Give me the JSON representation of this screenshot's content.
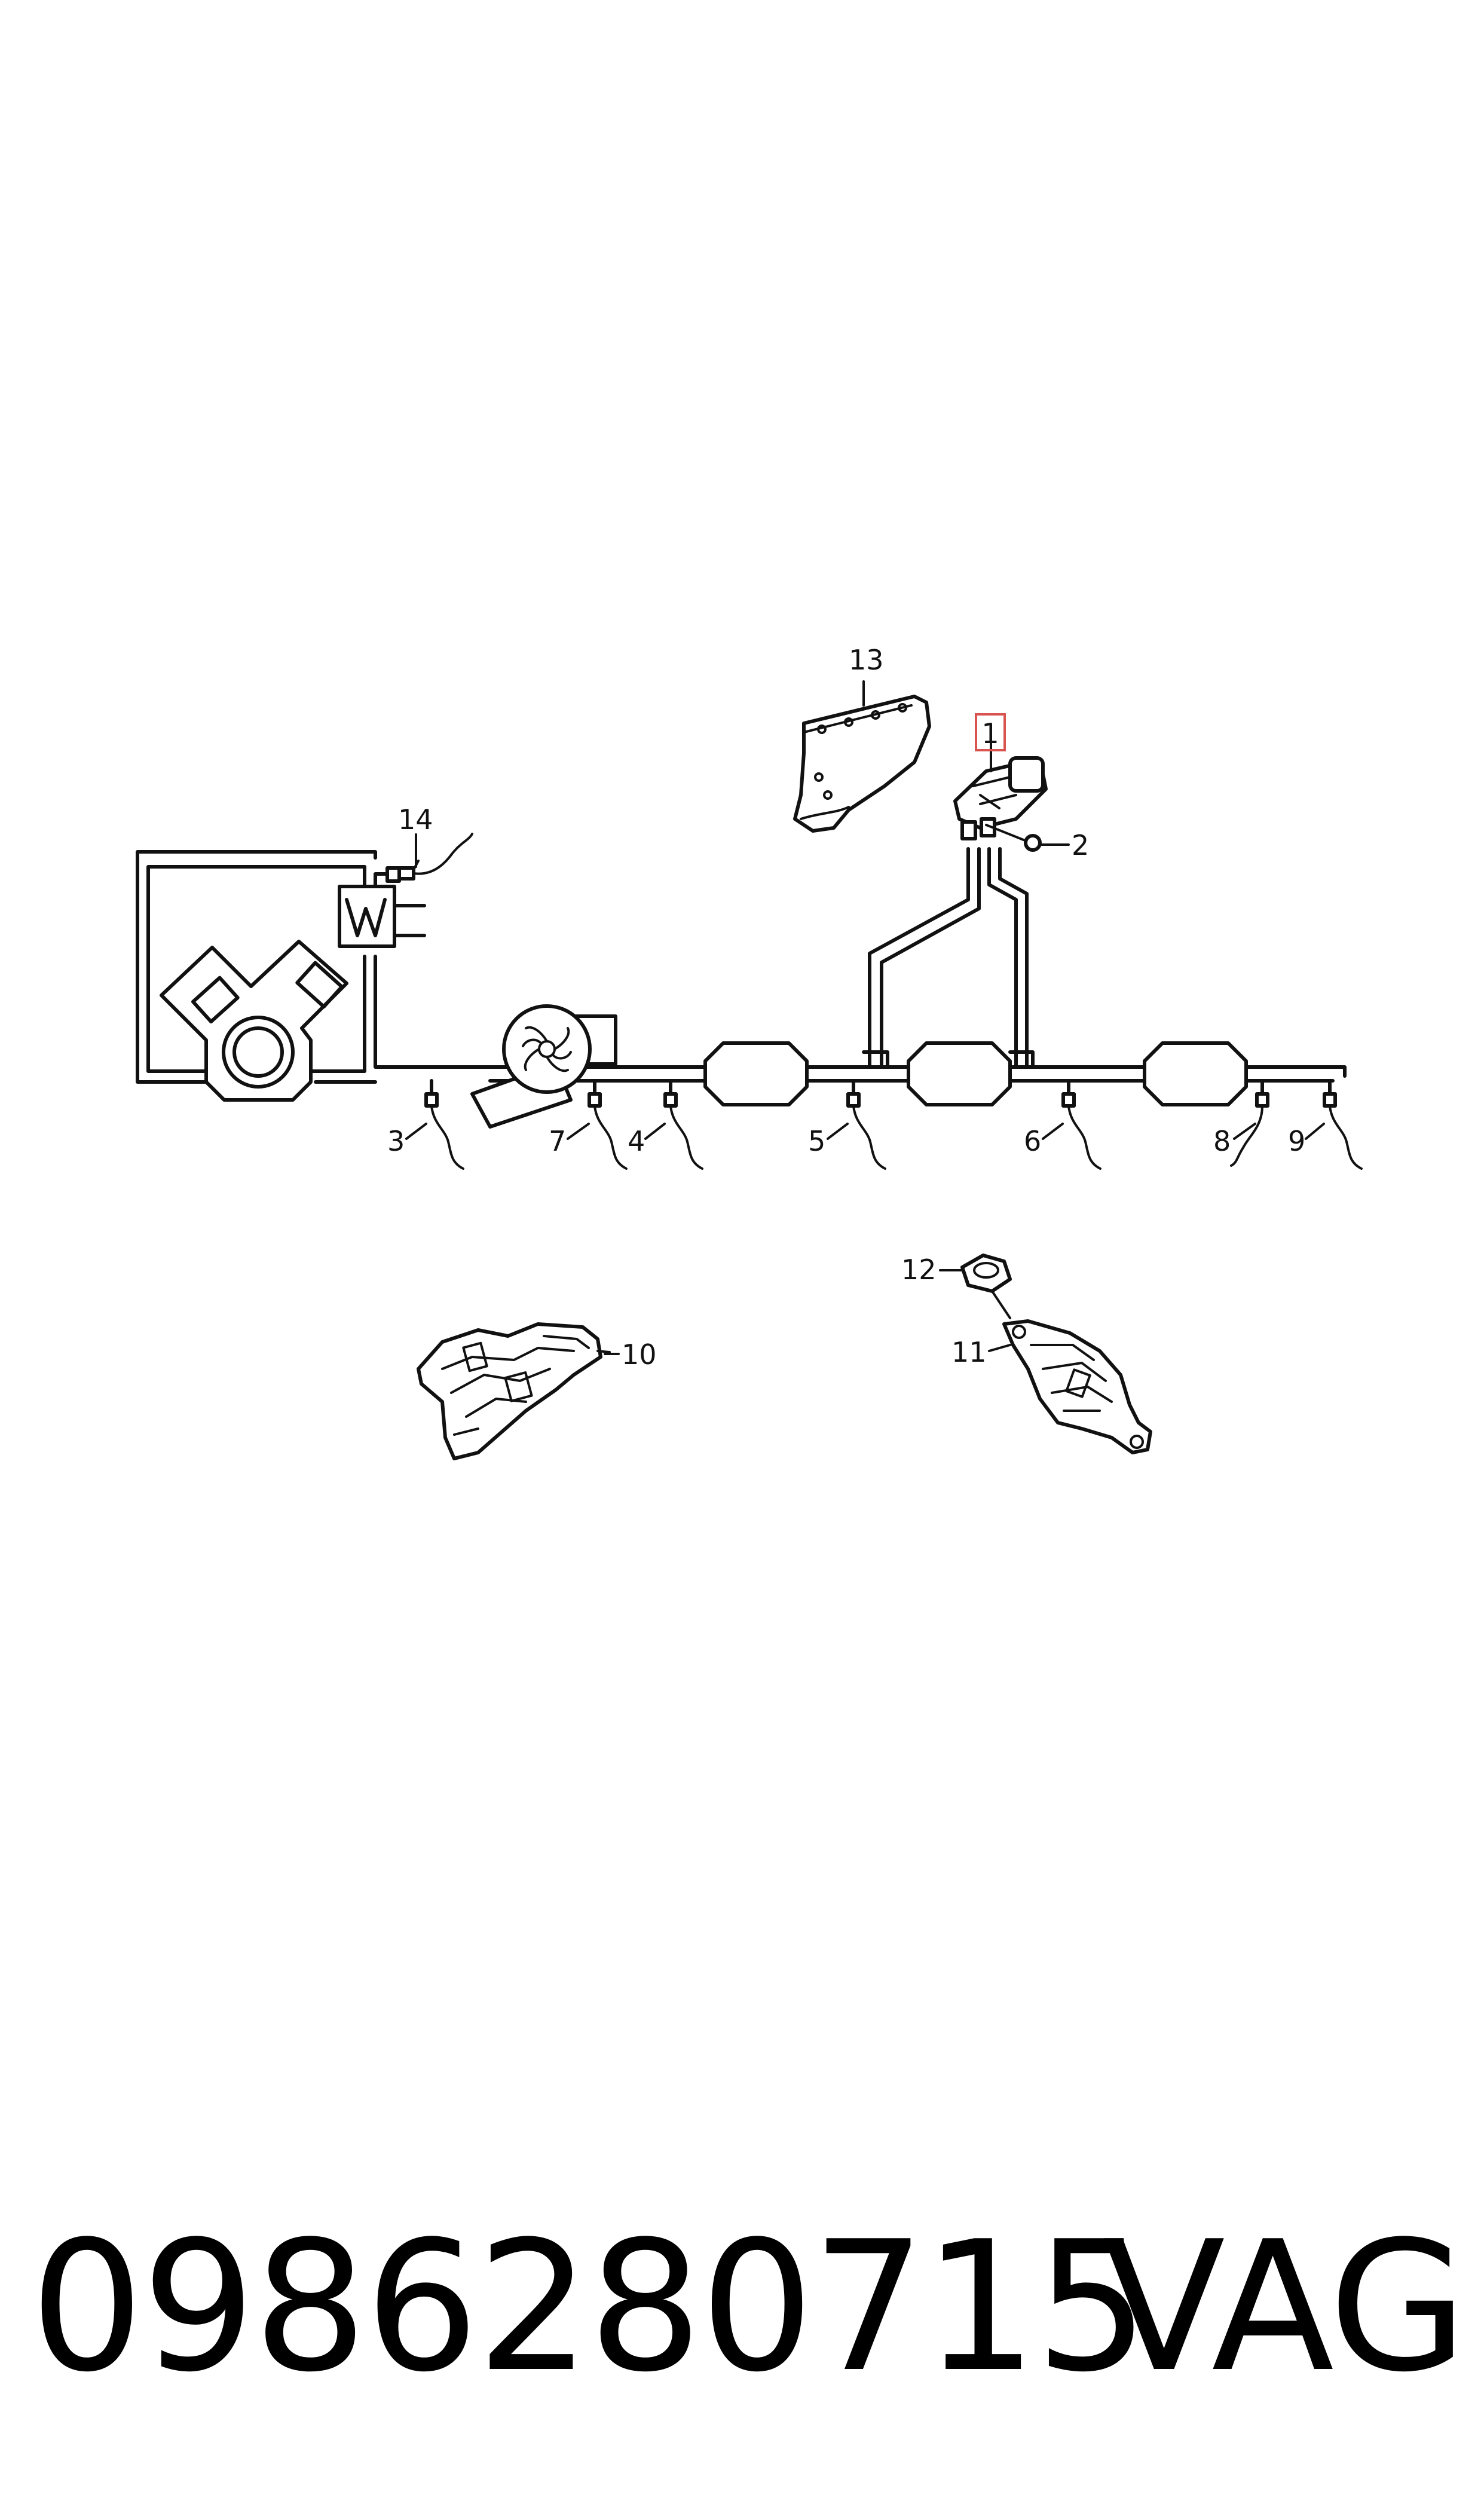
{
  "callouts": {
    "c1": "1",
    "c2": "2",
    "c3": "3",
    "c4": "4",
    "c5": "5",
    "c6": "6",
    "c7": "7",
    "c8": "8",
    "c9": "9",
    "c10": "10",
    "c11": "11",
    "c12": "12",
    "c13": "13",
    "c14": "14"
  },
  "highlighted_callout": "1",
  "colors": {
    "line": "#111111",
    "highlight": "#d9534f",
    "background": "#ffffff"
  },
  "footer": {
    "part_number": "0986280715",
    "brand": "VAG"
  }
}
